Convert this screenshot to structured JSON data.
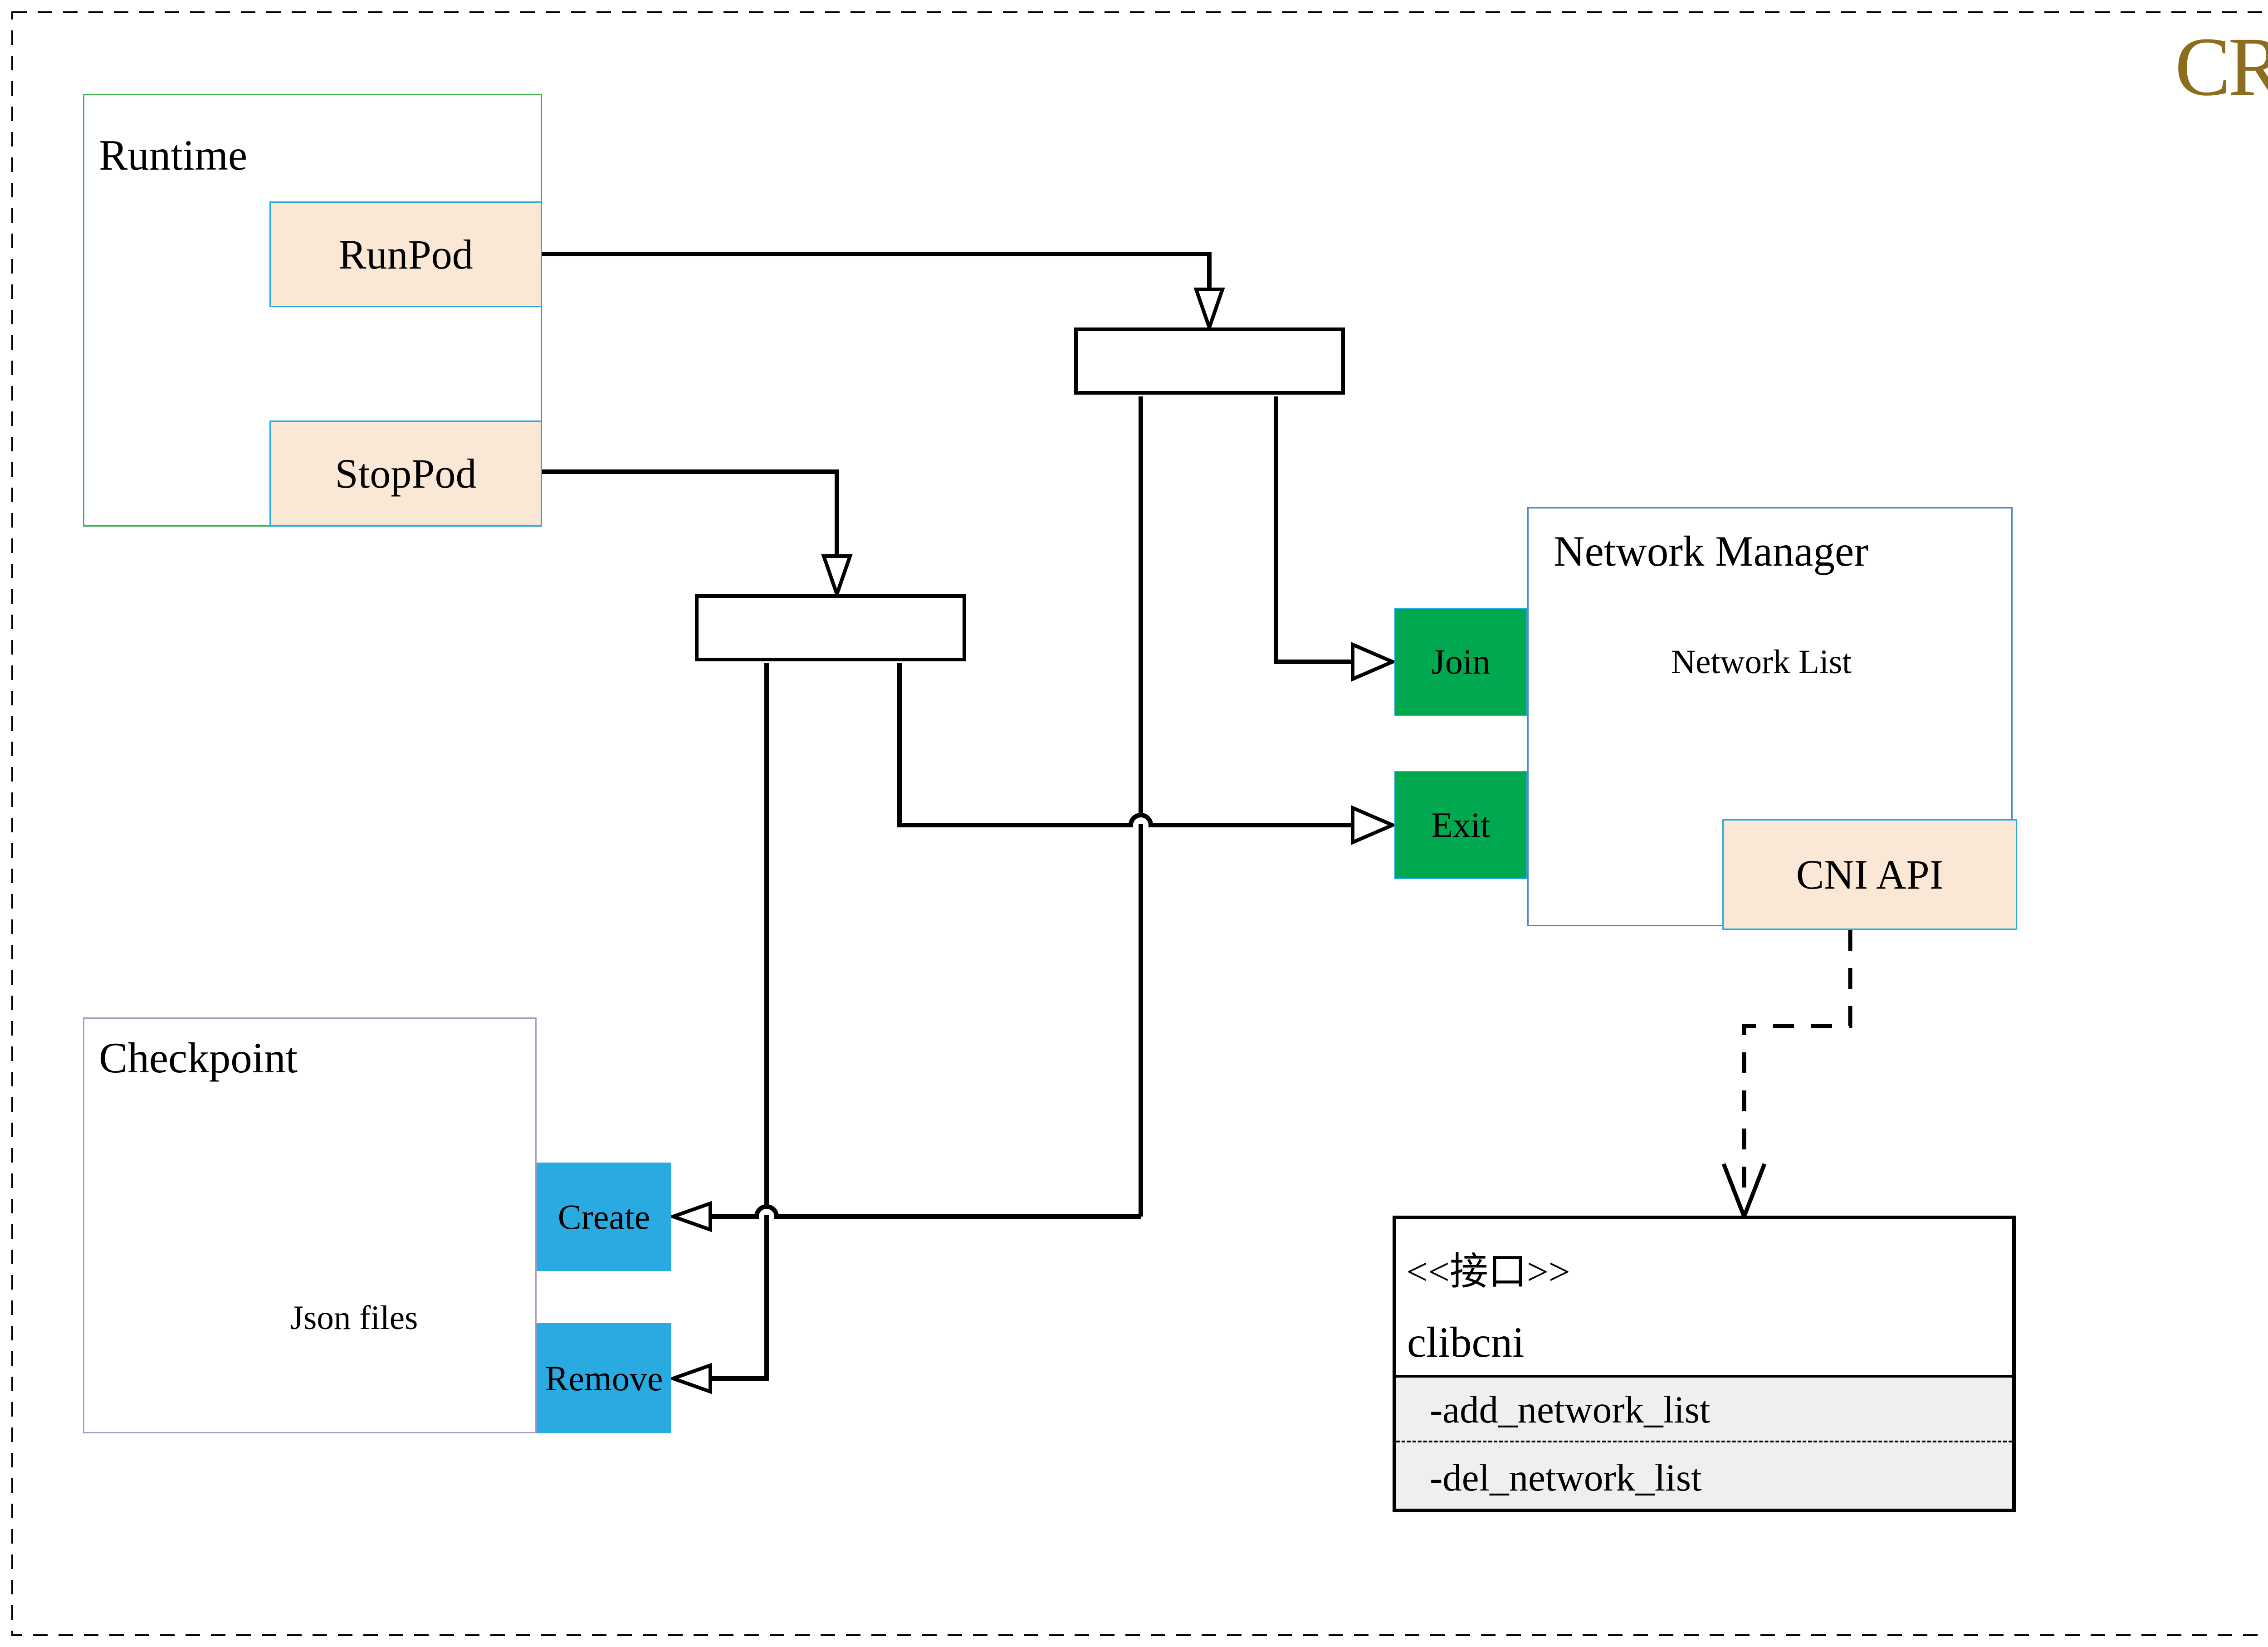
{
  "title": "CRI",
  "colors": {
    "accent-gold": "#8C6D1E",
    "runtime-border": "#3CB54A",
    "peach-fill": "#FBE7D5",
    "cyan": "#29ABE2",
    "nm-border": "#4A89C8",
    "green": "#00A94F",
    "checkpoint-border": "#A99BC1",
    "iface-gray": "#F0EFF0",
    "cylinder-gray": "#666666",
    "line-black": "#000000"
  },
  "runtime": {
    "label": "Runtime",
    "run_pod": "RunPod",
    "stop_pod": "StopPod"
  },
  "checkpoint": {
    "label": "Checkpoint",
    "store": "Json files",
    "create": "Create",
    "remove": "Remove"
  },
  "network_manager": {
    "label": "Network Manager",
    "store": "Network List",
    "join": "Join",
    "exit": "Exit",
    "api": "CNI API"
  },
  "interface_box": {
    "stereotype": "<<接口>>",
    "name": "clibcni",
    "methods": [
      "-add_network_list",
      "-del_network_list"
    ]
  }
}
